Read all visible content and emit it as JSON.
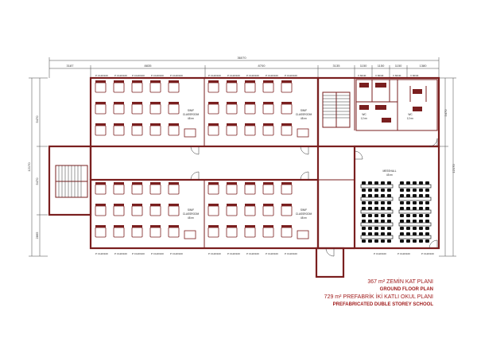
{
  "plan": {
    "title_tr_1": "367 m² ZEMİN KAT PLANI",
    "title_en_1": "GROUND FLOOR PLAN",
    "title_tr_2": "729 m²  PREFABRİK İKİ KATLI OKUL PLANI",
    "title_en_2": "PREFABRICATED DUBLE STOREY SCHOOL",
    "dimensions_top": {
      "overall": "36070",
      "segments": [
        "3187",
        "8835",
        "8700",
        "3135",
        "1150",
        "1150",
        "1150",
        "1380"
      ]
    },
    "dimensions_left": {
      "outer": "5470",
      "middle": "5470",
      "lower": "2865",
      "overall": "12170"
    },
    "dimensions_right": {
      "upper": "5470",
      "overall": "12170"
    },
    "rooms": {
      "classroom_top_left": {
        "name": "SINIF",
        "name_en": "CLASSROOM",
        "area": "48 m²"
      },
      "classroom_top_right": {
        "name": "SINIF",
        "name_en": "CLASSROOM",
        "area": "48 m²"
      },
      "classroom_bottom_left": {
        "name": "SINIF",
        "name_en": "CLASSROOM",
        "area": "48 m²"
      },
      "classroom_bottom_right": {
        "name": "SINIF",
        "name_en": "CLASSROOM",
        "area": "48 m²"
      },
      "wc_left": {
        "name": "WC",
        "area": "12 m²"
      },
      "wc_right": {
        "name": "WC",
        "area": "12 m²"
      },
      "messhall": {
        "name": "MESSHALL",
        "area": "45 m²"
      }
    },
    "window_label": "P",
    "window_code": "C120/100",
    "window_code_v": "V",
    "window_code_v_size": "60/40"
  }
}
